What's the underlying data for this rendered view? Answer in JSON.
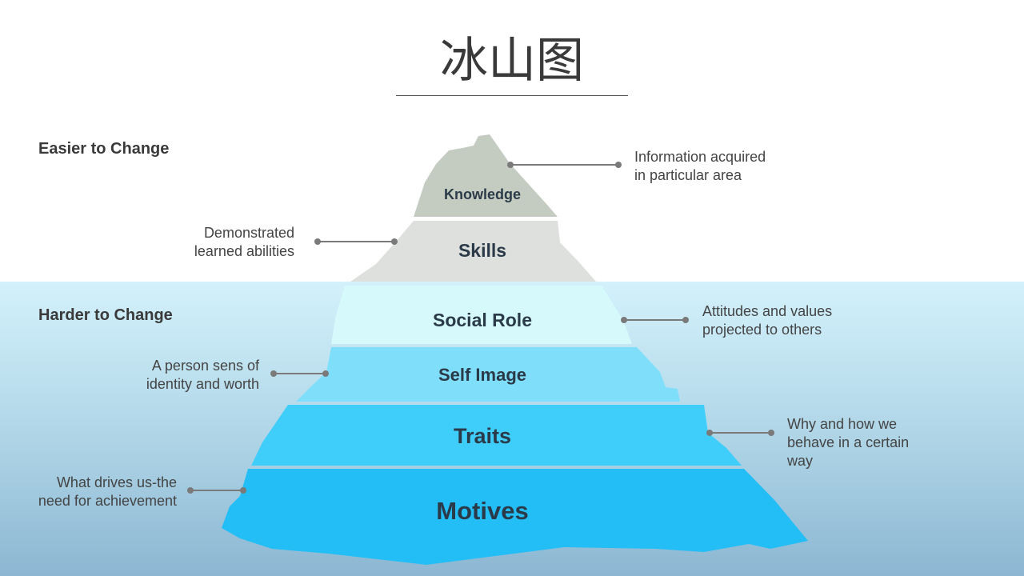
{
  "title": "冰山图",
  "zones": {
    "above": "Easier to Change",
    "below": "Harder to Change"
  },
  "layers": [
    {
      "name": "Knowledge",
      "color": "#c4ccc2",
      "description": "Information acquired\nin particular area"
    },
    {
      "name": "Skills",
      "color": "#dde0dc",
      "description": "Demonstrated\nlearned abilities"
    },
    {
      "name": "Social Role",
      "color": "#d6fafb",
      "description": "Attitudes and values\nprojected to others"
    },
    {
      "name": "Self Image",
      "color": "#7fdffb",
      "description": "A person sens of\nidentity and worth"
    },
    {
      "name": "Traits",
      "color": "#3fcdfa",
      "description": "Why and how we\nbehave in a certain\nway"
    },
    {
      "name": "Motives",
      "color": "#22bef5",
      "description": "What drives us-the\nneed for achievement"
    }
  ],
  "colors": {
    "connector": "#7a7a7a",
    "label": "#2b3a48"
  }
}
